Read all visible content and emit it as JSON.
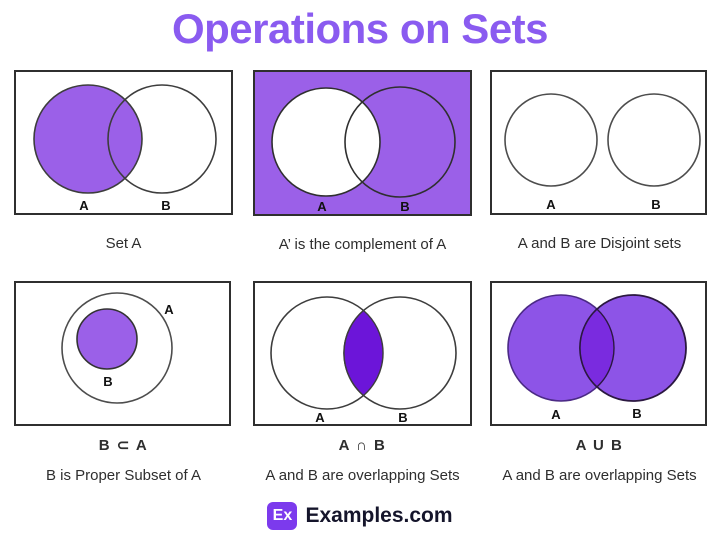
{
  "title": "Operations on Sets",
  "colors": {
    "title": "#8A5BF0",
    "panel_border": "#2f2f2f",
    "circle_stroke": "#3d3d3d",
    "set_fill": "#9B60E8",
    "complement_bg": "#9B60E8",
    "subset_fill": "#9B60E8",
    "intersection_fill": "#6C15D9",
    "union_fill": "#8D54E7",
    "union_overlap_fill": "#7A2BDF",
    "label_color": "#111111",
    "caption_color": "#2e2e2e",
    "logo_bg": "#7C3AED",
    "logo_text_color": "#ffffff",
    "brand_color": "#15152B"
  },
  "panels": [
    {
      "id": "set-a",
      "labels": {
        "a": "A",
        "b": "B"
      },
      "caption": "Set A"
    },
    {
      "id": "complement",
      "labels": {
        "a": "A",
        "b": "B"
      },
      "caption": "A’ is the complement of A"
    },
    {
      "id": "disjoint",
      "labels": {
        "a": "A",
        "b": "B"
      },
      "caption": "A and B are Disjoint sets"
    },
    {
      "id": "subset",
      "labels": {
        "a": "A",
        "b": "B"
      },
      "formula": "B ⊂ A",
      "caption": "B is Proper Subset of A"
    },
    {
      "id": "intersection",
      "labels": {
        "a": "A",
        "b": "B"
      },
      "formula": "A ∩ B",
      "caption": "A and B are overlapping Sets"
    },
    {
      "id": "union",
      "labels": {
        "a": "A",
        "b": "B"
      },
      "formula": "A U B",
      "caption": "A and B are overlapping Sets"
    }
  ],
  "footer": {
    "logo_text": "Ex",
    "brand": "Examples.com"
  }
}
